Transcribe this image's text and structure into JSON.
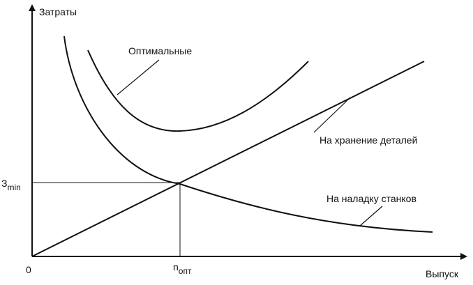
{
  "axes": {
    "y_label": "Затраты",
    "x_label": "Выпуск",
    "origin_label": "0",
    "y_marker_main": "З",
    "y_marker_sub": "min",
    "x_marker_main": "n",
    "x_marker_sub": "опт"
  },
  "curves": {
    "optimal_label": "Оптимальные",
    "storage_label": "На хранение деталей",
    "setup_label": "На наладку станков"
  }
}
